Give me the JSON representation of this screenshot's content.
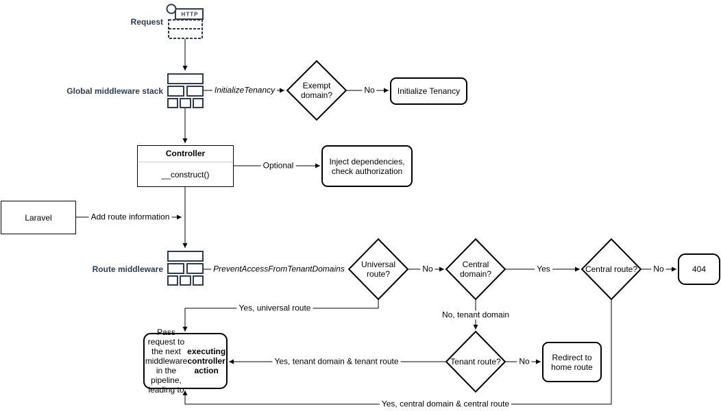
{
  "colors": {
    "label_text": "#2d3b52",
    "icon_stroke": "#2d3b52",
    "shape_stroke": "#000000",
    "shape_fill": "#ffffff",
    "canvas": "#ffffff",
    "controller_divider": "#cccccc"
  },
  "nodes": {
    "request": {
      "label": "Request",
      "icon_text": "HTTP"
    },
    "global_middleware_stack": {
      "label": "Global middleware stack"
    },
    "exempt_domain": {
      "label": "Exempt domain?"
    },
    "initialize_tenancy": {
      "label": "Initialize Tenancy"
    },
    "controller": {
      "title": "Controller",
      "member": "__construct()"
    },
    "inject_dependencies": {
      "label": "Inject dependencies, check authorization"
    },
    "laravel": {
      "label": "Laravel"
    },
    "route_middleware": {
      "label": "Route middleware"
    },
    "universal_route": {
      "label": "Universal route?"
    },
    "central_domain": {
      "label": "Central domain?"
    },
    "central_route": {
      "label": "Central route?"
    },
    "not_found": {
      "label": "404"
    },
    "tenant_route": {
      "label": "Tenant route?"
    },
    "redirect_home": {
      "label": "Redirect to home route"
    },
    "pass_request": {
      "label_prefix": "Pass request to the next middleware in the pipeline, leading to ",
      "label_bold": "executing controller action"
    }
  },
  "edge_labels": {
    "initialize_tenancy_middleware": "InitializeTenancy",
    "exempt_no": "No",
    "optional": "Optional",
    "add_route_information": "Add route information",
    "prevent_access": "PreventAccessFromTenantDomains",
    "universal_no": "No",
    "central_domain_yes": "Yes",
    "central_route_no": "No",
    "universal_yes": "Yes, universal route",
    "central_domain_no": "No, tenant domain",
    "tenant_no": "No",
    "tenant_yes": "Yes, tenant domain & tenant route",
    "central_route_yes": "Yes, central domain & central route"
  }
}
